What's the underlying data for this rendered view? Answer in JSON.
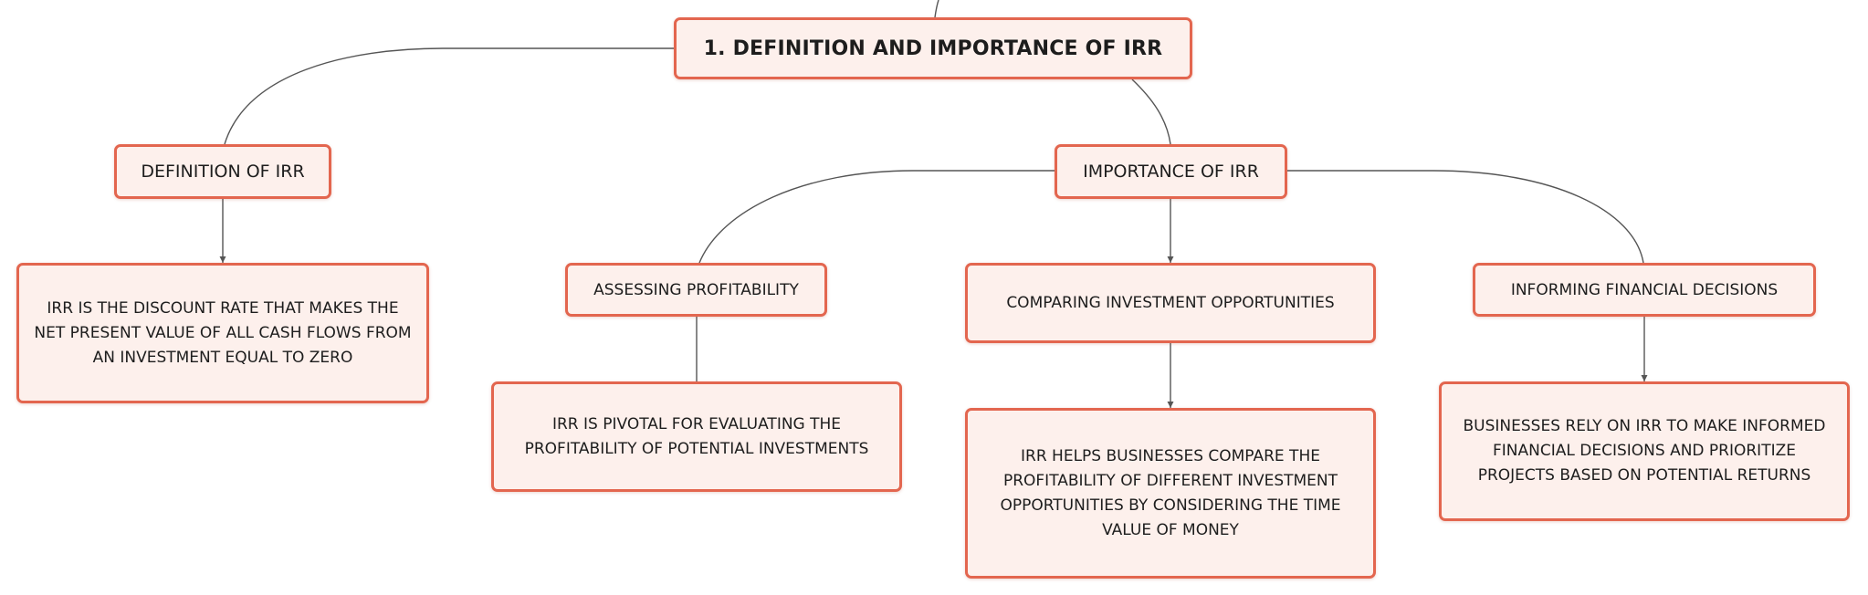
{
  "nodes": {
    "root": "1. Definition and Importance of IRR",
    "definition": "Definition of IRR",
    "definition_text": "IRR is the discount rate that makes the net present value of all cash flows from an investment equal to zero",
    "importance": "Importance of IRR",
    "profitability": "Assessing Profitability",
    "profitability_text": "IRR is pivotal for evaluating the profitability of potential investments",
    "comparing": "Comparing Investment Opportunities",
    "comparing_text": "IRR helps businesses compare the profitability of different investment opportunities by considering the time value of money",
    "informing": "Informing Financial Decisions",
    "informing_text": "Businesses rely on IRR to make informed financial decisions and prioritize projects based on potential returns"
  },
  "colors": {
    "node_border": "#e3664f",
    "node_fill": "#fdf0ec",
    "connector": "#555555",
    "text": "#1d1d1d"
  }
}
